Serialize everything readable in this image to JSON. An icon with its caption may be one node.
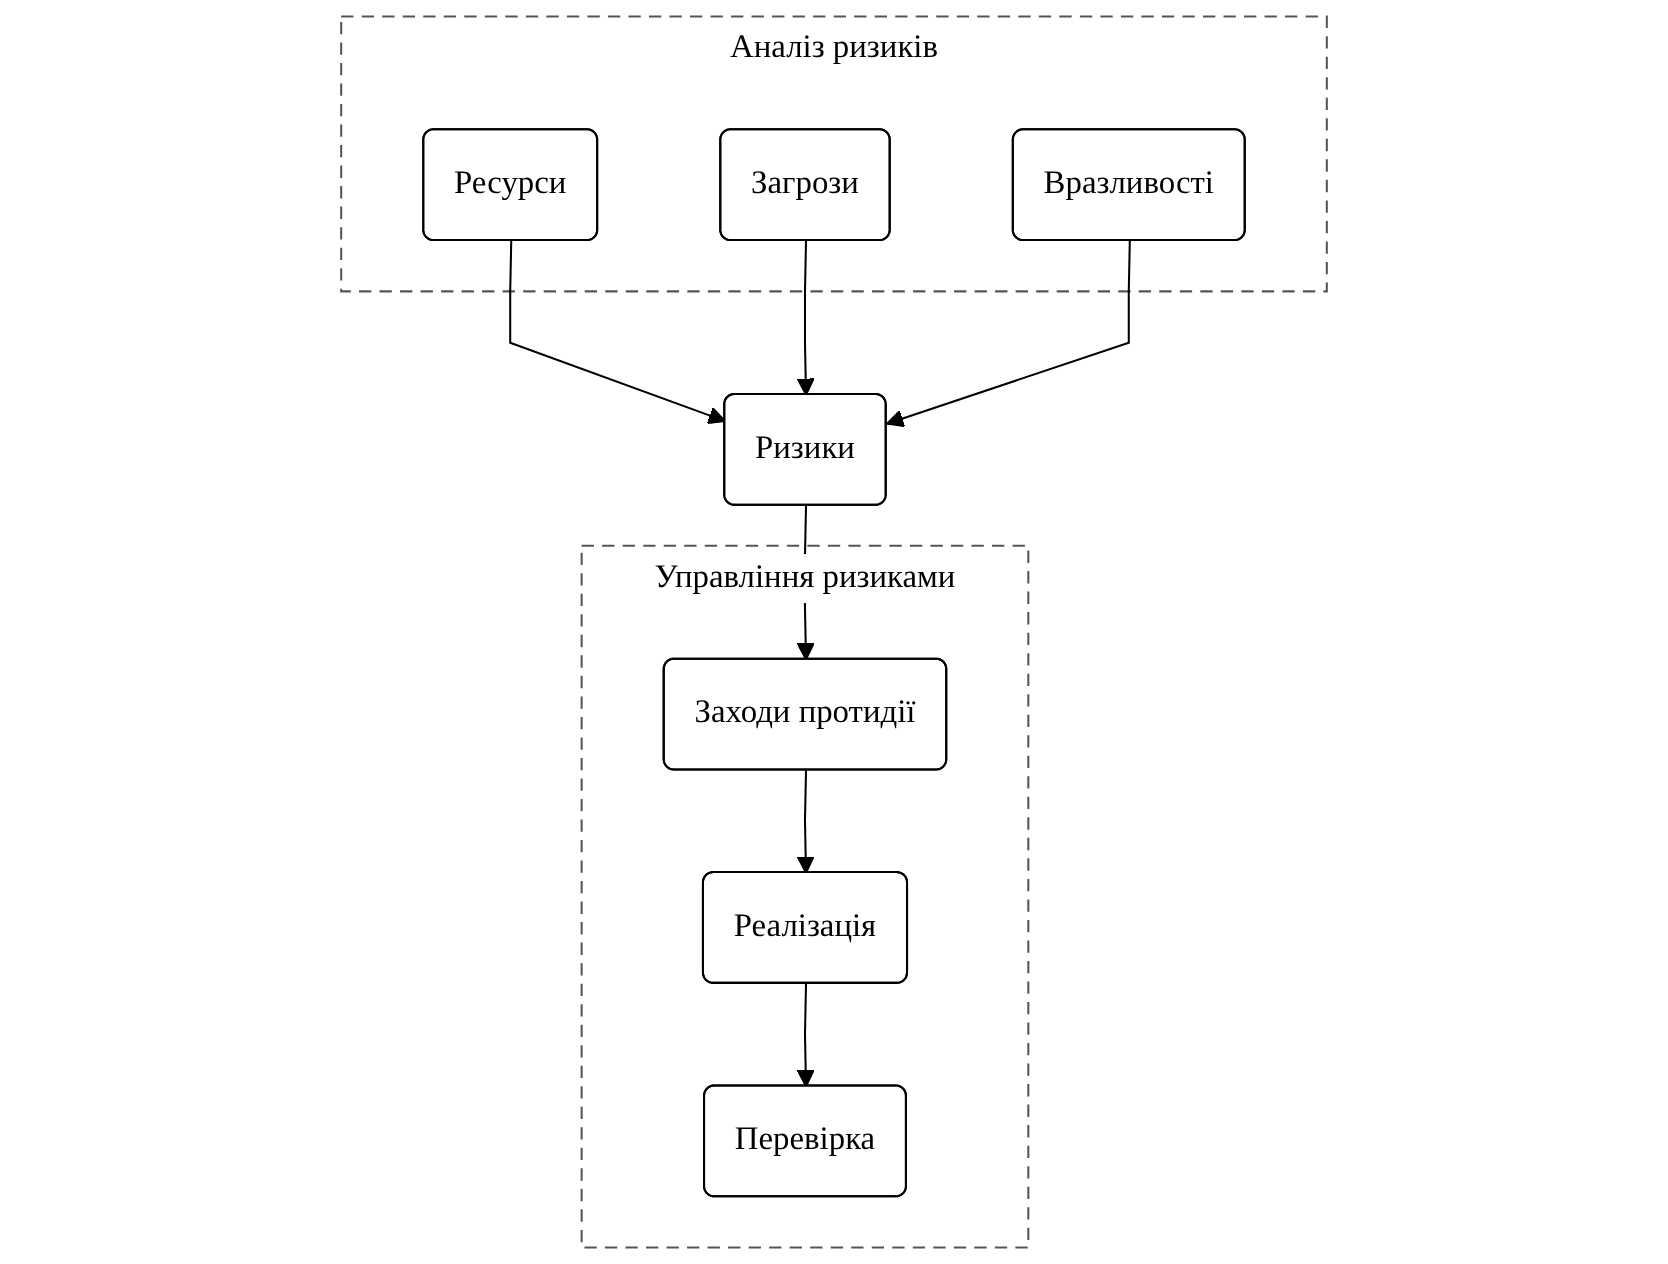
{
  "diagram": {
    "nodes": [
      {
        "text": [
          "Аналіз ризиків"
        ]
      },
      {
        "text": [
          "Ресурси"
        ],
        "in": 0
      },
      {
        "text": [
          "Загрози"
        ],
        "in": 0
      },
      {
        "text": [
          "Вразливості"
        ],
        "in": 0
      },
      {
        "text": [
          "Ризики"
        ]
      },
      {
        "text": [
          "Управління ризиками"
        ]
      },
      {
        "text": [
          "Заходи протидії"
        ],
        "in": 5
      },
      {
        "text": [
          "Реалізація"
        ],
        "in": 5
      },
      {
        "text": [
          "Перевірка"
        ],
        "in": 5
      }
    ],
    "edges": [
      {
        "from": 1,
        "to": 4,
        "arrow": "to"
      },
      {
        "from": 2,
        "to": 4,
        "arrow": "to"
      },
      {
        "from": 3,
        "to": 4,
        "arrow": "to"
      },
      {
        "from": 4,
        "to": 6,
        "arrow": "to"
      },
      {
        "from": 6,
        "to": 7,
        "arrow": "to"
      },
      {
        "from": 7,
        "to": 8,
        "arrow": "to"
      }
    ]
  }
}
